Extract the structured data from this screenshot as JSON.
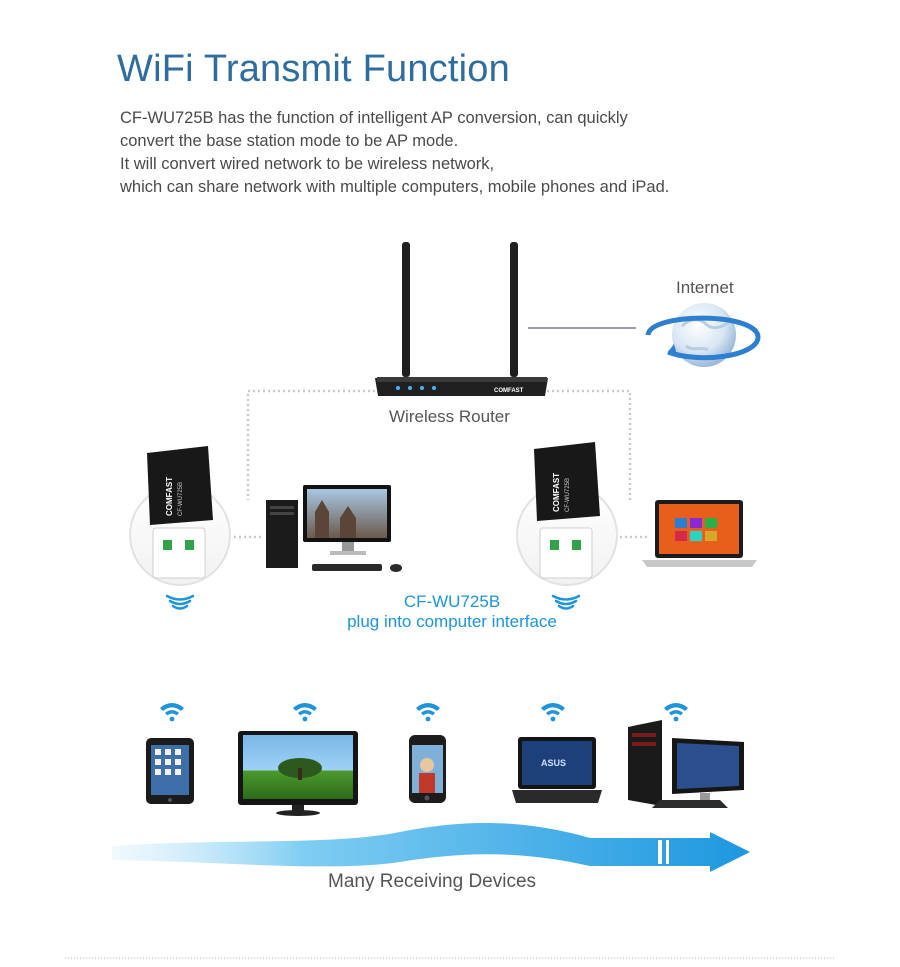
{
  "header": {
    "title": "WiFi Transmit Function",
    "description": [
      "CF-WU725B has the function of intelligent AP conversion, can quickly",
      "convert the base station mode to be AP mode.",
      "It will convert wired network to be wireless network,",
      "which can share network with multiple computers, mobile phones and iPad."
    ]
  },
  "diagram": {
    "internet_label": "Internet",
    "router_label": "Wireless Router",
    "router_brand": "COMFAST",
    "adapter_brand": "COMFAST",
    "adapter_model": "CF-WU725B",
    "adapter_caption_line1": "CF-WU725B",
    "adapter_caption_line2": "plug into computer interface",
    "receiving_label": "Many Receiving Devices"
  },
  "colors": {
    "title": "#2f6d9e",
    "accent_blue": "#1f94d8",
    "arrow_blue": "#2ea7e6"
  }
}
